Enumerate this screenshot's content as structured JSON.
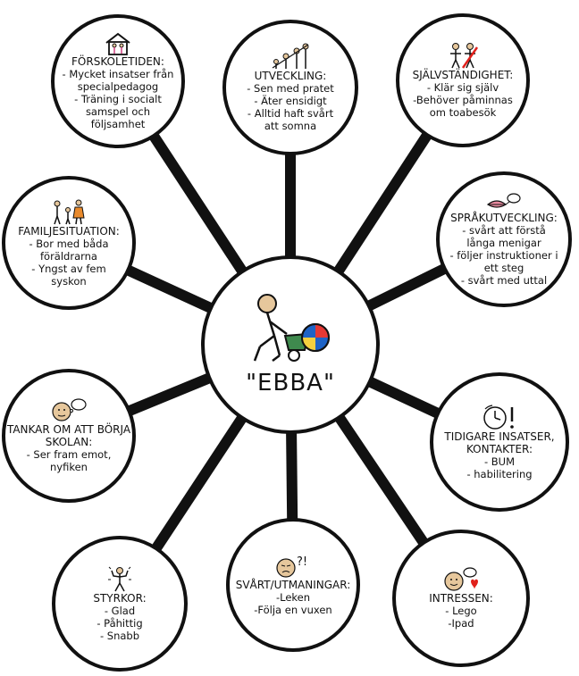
{
  "center": {
    "name": "\"EBBA\""
  },
  "nodes": [
    {
      "id": "forskoletiden",
      "title": "FÖRSKOLETIDEN:",
      "lines": [
        "- Mycket insatser från",
        "specialpedagog",
        "- Träning i socialt",
        "samspel och",
        "följsamhet"
      ],
      "icon": "house-family-icon"
    },
    {
      "id": "utveckling",
      "title": "UTVECKLING:",
      "lines": [
        "- Sen med pratet",
        "- Äter ensidigt",
        "- Alltid haft svårt",
        "att somna"
      ],
      "icon": "growth-figures-icon"
    },
    {
      "id": "sjalvstandighet",
      "title": "SJÄLVSTÄNDIGHET:",
      "lines": [
        "- Klär sig själv",
        "-Behöver påminnas",
        "om toabesök"
      ],
      "icon": "dressing-figures-icon"
    },
    {
      "id": "familjesituation",
      "title": "FAMILJESITUATION:",
      "lines": [
        "- Bor med båda",
        "föräldrarna",
        "- Yngst av fem",
        "syskon"
      ],
      "icon": "family-icon"
    },
    {
      "id": "sprakutveckling",
      "title": "SPRÅKUTVECKLING:",
      "lines": [
        "- svårt att förstå",
        "långa menigar",
        "- följer instruktioner i",
        "ett steg",
        "- svårt med uttal"
      ],
      "icon": "speech-mouth-icon"
    },
    {
      "id": "tankar",
      "title": "TANKAR OM ATT BÖRJA SKOLAN:",
      "lines": [
        "- Ser fram emot,",
        "nyfiken"
      ],
      "icon": "thinking-face-icon"
    },
    {
      "id": "tidigare",
      "title": "TIDIGARE INSATSER, KONTAKTER:",
      "lines": [
        "- BUM",
        "- habilitering"
      ],
      "icon": "clock-exclamation-icon"
    },
    {
      "id": "styrkor",
      "title": "STYRKOR:",
      "lines": [
        "- Glad",
        "- Påhittig",
        "- Snabb"
      ],
      "icon": "strong-figure-icon"
    },
    {
      "id": "svart",
      "title": "SVÅRT/UTMANINGAR:",
      "lines": [
        "-Leken",
        "-Följa en vuxen"
      ],
      "icon": "confused-face-icon"
    },
    {
      "id": "intressen",
      "title": "INTRESSEN:",
      "lines": [
        "- Lego",
        "-Ipad"
      ],
      "icon": "heart-thought-icon"
    }
  ],
  "colors": {
    "line": "#111111",
    "skin": "#e6c79c",
    "ball_red": "#e53935",
    "ball_blue": "#1e63c6",
    "wheelbarrow": "#3f8a4e",
    "heart": "#e0201b"
  }
}
